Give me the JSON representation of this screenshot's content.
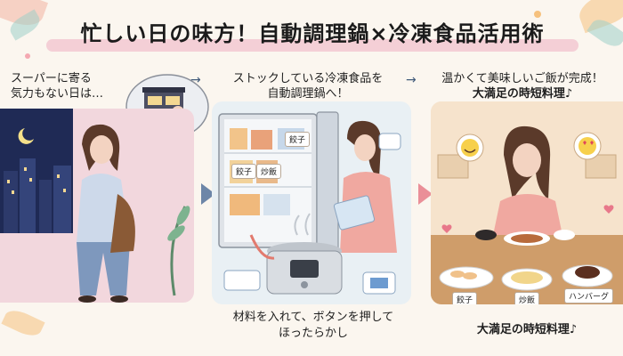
{
  "title": "忙しい日の味方！自動調理鍋×冷凍食品活用術",
  "steps": [
    {
      "caption_lines": [
        "スーパーに寄る",
        "気力もない日は…"
      ]
    },
    {
      "caption_lines": [
        "ストックしている冷凍食品を",
        "自動調理鍋へ！"
      ],
      "bottom_lines": [
        "材料を入れて、ボタンを押して",
        "ほったらかし"
      ]
    },
    {
      "caption_lines": [
        "温かくて美味しいご飯が完成！",
        "大満足の時短料理♪"
      ],
      "bottom_lines": [
        "大満足の時短料理♪"
      ]
    }
  ],
  "arrows": [
    "→",
    "→"
  ],
  "freezer_labels": [
    "餃子",
    "炒飯",
    "餃子"
  ],
  "food_labels": [
    "餃子",
    "炒飯",
    "ハンバーグ"
  ],
  "colors": {
    "title_highlight": "#f4cfd6",
    "panel_pink": "#f2d7dd",
    "panel_blue": "#e9f0f4",
    "panel_warm": "#f6e3cc",
    "arrow_blue": "#6d86a8",
    "arrow_pink": "#ea8f98"
  },
  "icons": [
    "moon-icon",
    "thought-bubble-icon",
    "steam-icon",
    "chat-bubble-icon",
    "smile-emoji-icon",
    "heart-eyes-emoji-icon",
    "heart-icon"
  ]
}
